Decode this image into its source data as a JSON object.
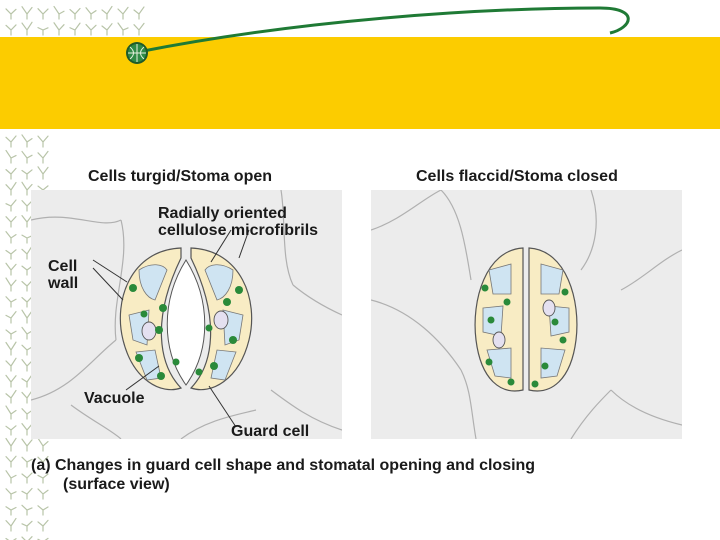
{
  "colors": {
    "band": "#fccc00",
    "swoosh": "#1f7a35",
    "pattern": "#b8c4a8",
    "panel_bg": "#ececec",
    "cell_wall_fill": "#f8ecc4",
    "vacuole_fill": "#cfe4f2",
    "chloroplast": "#2a8a3a",
    "nucleus_fill": "#e4e0f0"
  },
  "icons": {
    "bullet": "green-globe-bullet-icon"
  },
  "diagram": {
    "left_heading": "Cells turgid/Stoma open",
    "right_heading": "Cells flaccid/Stoma closed",
    "labels": {
      "microfibrils_line1": "Radially oriented",
      "microfibrils_line2": "cellulose microfibrils",
      "cell_wall_line1": "Cell",
      "cell_wall_line2": "wall",
      "vacuole": "Vacuole",
      "guard_cell": "Guard cell"
    },
    "caption_line1": "(a)  Changes in guard cell shape and stomatal opening and closing",
    "caption_line2": "(surface view)"
  }
}
